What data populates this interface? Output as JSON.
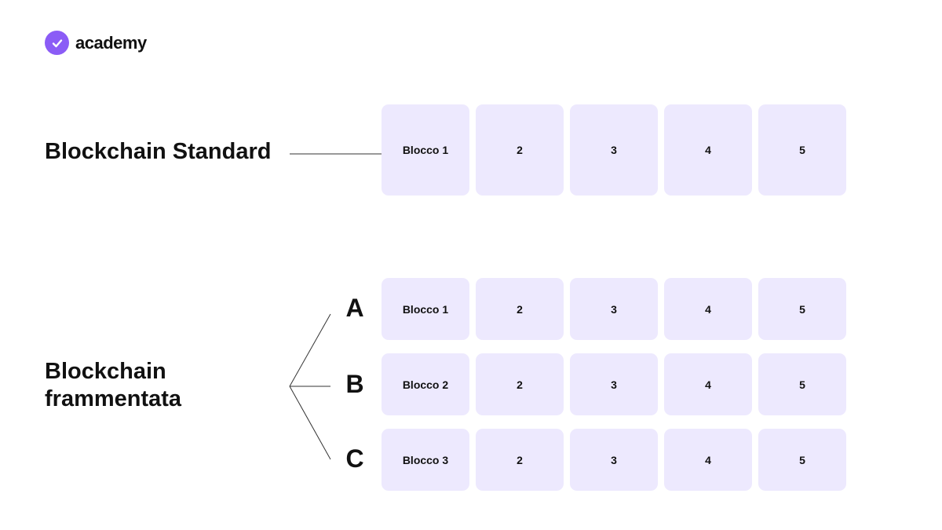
{
  "brand": {
    "name": "academy",
    "logo_icon": "check-circle-icon",
    "accent_color": "#8b5cf6"
  },
  "block_color": "#ede9fe",
  "standard": {
    "title": "Blockchain Standard",
    "blocks": [
      "Blocco 1",
      "2",
      "3",
      "4",
      "5"
    ]
  },
  "sharded": {
    "title": "Blockchain\nframmentata",
    "shards": [
      {
        "letter": "A",
        "blocks": [
          "Blocco 1",
          "2",
          "3",
          "4",
          "5"
        ]
      },
      {
        "letter": "B",
        "blocks": [
          "Blocco 2",
          "2",
          "3",
          "4",
          "5"
        ]
      },
      {
        "letter": "C",
        "blocks": [
          "Blocco 3",
          "2",
          "3",
          "4",
          "5"
        ]
      }
    ]
  }
}
